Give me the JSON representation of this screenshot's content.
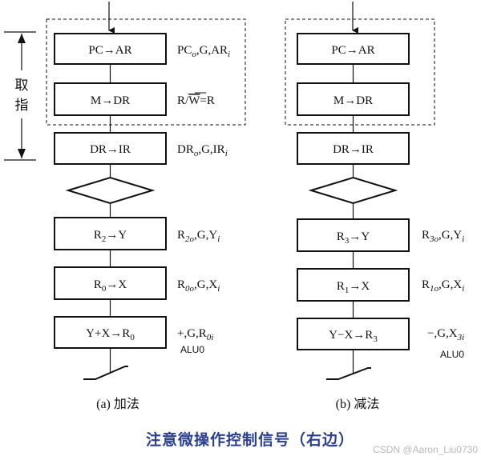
{
  "fetch_label_chars": [
    "取",
    "指"
  ],
  "left": {
    "steps": {
      "pc_ar": "PC→AR",
      "m_dr": "M→DR",
      "dr_ir": "DR→IR",
      "r2_y": {
        "a": "R",
        "sub": "2",
        "b": "→Y"
      },
      "r0_x": {
        "a": "R",
        "sub": "0",
        "b": "→X"
      },
      "add": {
        "a": "Y+X→R",
        "sub": "0"
      }
    },
    "signals": {
      "pc_ar": {
        "a": "PC",
        "sub1": "o",
        "b": ",G,AR",
        "sub2": "i"
      },
      "m_dr": {
        "a": "R/",
        "over": "W",
        "b": "=R"
      },
      "dr_ir": {
        "a": "DR",
        "sub1": "o",
        "b": ",G,IR",
        "sub2": "i"
      },
      "r2_y": {
        "a": "R",
        "sub1": "2o",
        "b": ",G,Y",
        "sub2": "i"
      },
      "r0_x": {
        "a": "R",
        "sub1": "0o",
        "b": ",G,X",
        "sub2": "i"
      },
      "add": {
        "a": "+,G,R",
        "sub2": "0i"
      }
    },
    "alu": "ALU0",
    "caption": "(a) 加法"
  },
  "right": {
    "steps": {
      "pc_ar": "PC→AR",
      "m_dr": "M→DR",
      "dr_ir": "DR→IR",
      "r3_y": {
        "a": "R",
        "sub": "3",
        "b": "→Y"
      },
      "r1_x": {
        "a": "R",
        "sub": "1",
        "b": "→X"
      },
      "sub": {
        "a": "Y−X→R",
        "sub": "3"
      }
    },
    "signals": {
      "r3_y": {
        "a": "R",
        "sub1": "3o",
        "b": ",G,Y",
        "sub2": "i"
      },
      "r1_x": {
        "a": "R",
        "sub1": "1o",
        "b": ",G,X",
        "sub2": "i"
      },
      "sub": {
        "a": "−,G,X",
        "sub2": "3i"
      }
    },
    "alu": "ALU0",
    "caption": "(b) 减法"
  },
  "title": "注意微操作控制信号（右边）",
  "watermark": "CSDN @Aaron_Liu0730"
}
